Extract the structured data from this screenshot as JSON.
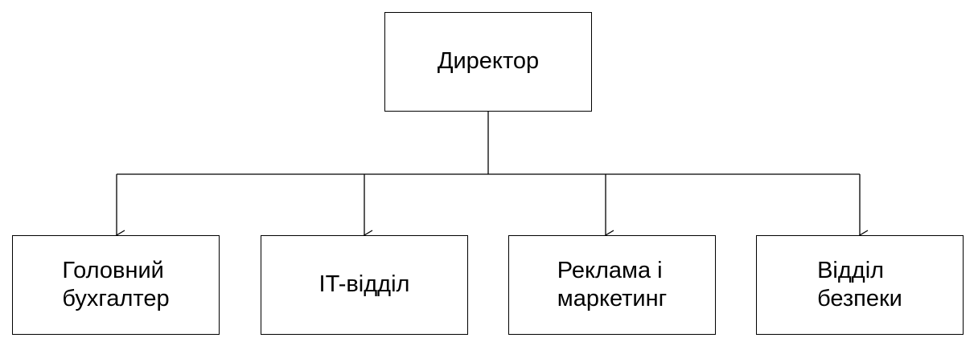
{
  "diagram": {
    "root": {
      "label": "Директор"
    },
    "children": [
      {
        "label": "Головний\nбухгалтер"
      },
      {
        "label": "IT-відділ"
      },
      {
        "label": "Реклама і\nмаркетинг"
      },
      {
        "label": "Відділ\nбезпеки"
      }
    ],
    "line_color": "#000000",
    "box_border_color": "#000000",
    "background_color": "#ffffff"
  }
}
